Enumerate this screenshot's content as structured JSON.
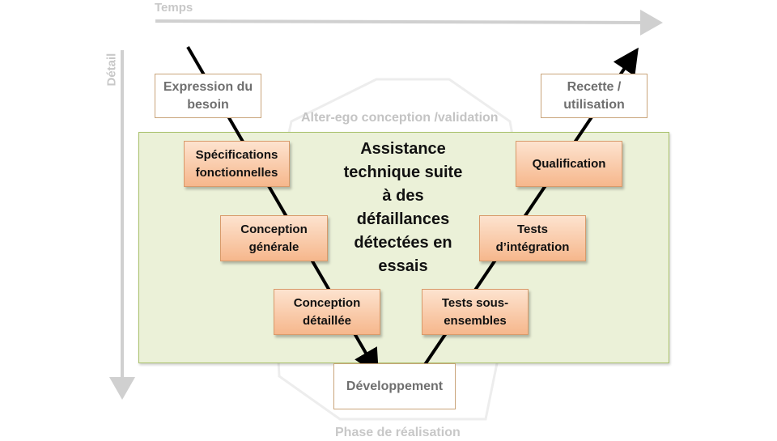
{
  "axes": {
    "x_label": "Temps",
    "y_label": "Détail"
  },
  "labels": {
    "alter_ego": "Alter-ego conception /validation",
    "phase": "Phase de réalisation",
    "center": [
      "Assistance",
      "technique suite",
      "à des",
      "défaillances",
      "détectées en",
      "essais"
    ]
  },
  "boxes": {
    "expression": [
      "Expression du",
      "besoin"
    ],
    "recette": [
      "Recette /",
      "utilisation"
    ],
    "specifications": [
      "Spécifications",
      "fonctionnelles"
    ],
    "qualification": [
      "Qualification"
    ],
    "conception_generale": [
      "Conception",
      "générale"
    ],
    "tests_integration": [
      "Tests",
      "d’intégration"
    ],
    "conception_detaillee": [
      "Conception",
      "détaillée"
    ],
    "tests_sous_ensembles": [
      "Tests sous-",
      "ensembles"
    ],
    "developpement": [
      "Développement"
    ]
  },
  "colors": {
    "axis": "#d0d0d0",
    "green_zone": "#ebf1d8",
    "orange_box": "#f6b78c",
    "v_line": "#000000"
  }
}
